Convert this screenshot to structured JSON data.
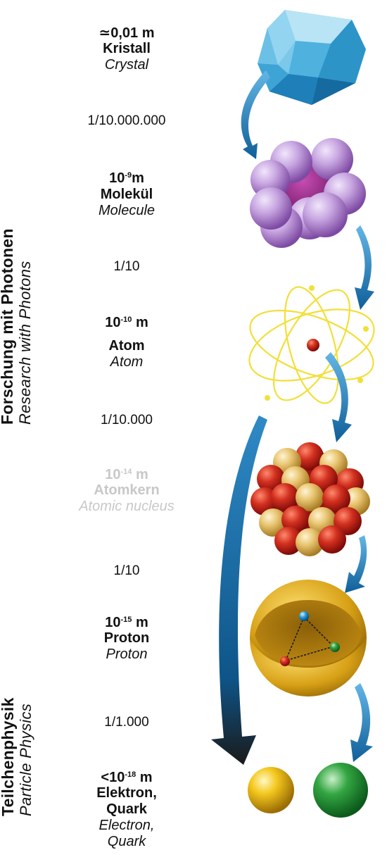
{
  "side_labels": {
    "photons": {
      "de": "Forschung mit Photonen",
      "en": "Research with Photons"
    },
    "particles": {
      "de": "Teilchenphysik",
      "en": "Particle Physics"
    }
  },
  "levels": [
    {
      "size_prefix": "≃",
      "size_base": "0,01 m",
      "size_exp": "",
      "size_unit": "",
      "de": "Kristall",
      "en": "Crystal"
    },
    {
      "size_prefix": "",
      "size_base": "10",
      "size_exp": "-9",
      "size_unit": "m",
      "de": "Molekül",
      "en": "Molecule"
    },
    {
      "size_prefix": "",
      "size_base": "10",
      "size_exp": "-10",
      "size_unit": "m",
      "de": "Atom",
      "en": "Atom"
    },
    {
      "size_prefix": "",
      "size_base": "10",
      "size_exp": "-14",
      "size_unit": "m",
      "de": "Atomkern",
      "en": "Atomic nucleus"
    },
    {
      "size_prefix": "",
      "size_base": "10",
      "size_exp": "-15",
      "size_unit": "m",
      "de": "Proton",
      "en": "Proton"
    },
    {
      "size_prefix": "<",
      "size_base": "10",
      "size_exp": "-18",
      "size_unit": "m",
      "de": "Elektron,",
      "de2": "Quark",
      "en": "Electron,",
      "en2": "Quark"
    }
  ],
  "ratios": [
    "1/10.000.000",
    "1/10",
    "1/10.000",
    "1/10",
    "1/1.000"
  ],
  "colors": {
    "crystal": "#4db3e0",
    "molecule": "#b48fd0",
    "atom_orbit": "#f2e03a",
    "nucleus_red": "#c8231b",
    "nucleus_gold": "#e9c36b",
    "proton": "#e6b320",
    "arrow": "#1f6fa8",
    "electron": "#f0c21a",
    "quark": "#2f9a3c"
  },
  "icons": [
    "crystal-icon",
    "molecule-icon",
    "atom-icon",
    "nucleus-icon",
    "proton-icon",
    "electron-sphere",
    "quark-sphere"
  ]
}
